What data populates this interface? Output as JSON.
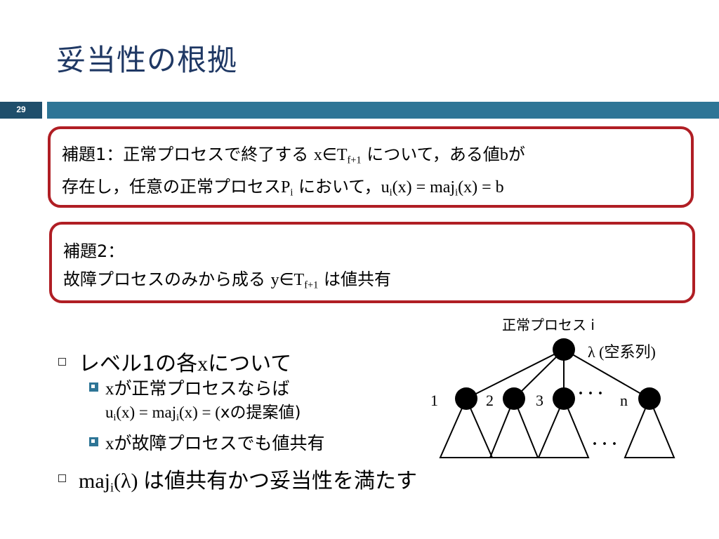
{
  "slide": {
    "title": "妥当性の根拠",
    "number": "29"
  },
  "lemma1": {
    "line1": [
      "補題1：正常プロセスで終了する ",
      "x∈T",
      "f+1",
      " について，ある値",
      "b",
      "が"
    ],
    "line2": [
      "存在し，任意の正常プロセス",
      "P",
      "i",
      " において，",
      "u",
      "i",
      "(x) = maj",
      "i",
      "(x) = b"
    ]
  },
  "lemma2": {
    "line1": "補題2：",
    "line2": [
      "故障プロセスのみから成る ",
      "y∈T",
      "f+1",
      " は値共有"
    ]
  },
  "bullets": {
    "b1": [
      "レベル1の各",
      "x",
      "について"
    ],
    "b1_sub1": [
      "x",
      "が正常プロセスならば"
    ],
    "b1_sub1_cont": [
      "u",
      "i",
      "(x) = maj",
      "i",
      "(x) = (",
      "x",
      "の提案値)"
    ],
    "b1_sub2": [
      "x",
      "が故障プロセスでも値共有"
    ],
    "b2": [
      "maj",
      "i",
      "(λ) ",
      "は値共有かつ妥当性を満たす"
    ]
  },
  "tree": {
    "root_top_label": "正常プロセス i",
    "root_label": "λ (空系列)",
    "child_labels": [
      "1",
      "2",
      "3",
      "n"
    ],
    "dots": [
      "· · ·",
      "· · ·"
    ]
  },
  "colors": {
    "title": "#1f3864",
    "accent_bar": "#2e7596",
    "slide_num_bg": "#1f4e6b",
    "box_border": "#b01e24"
  }
}
